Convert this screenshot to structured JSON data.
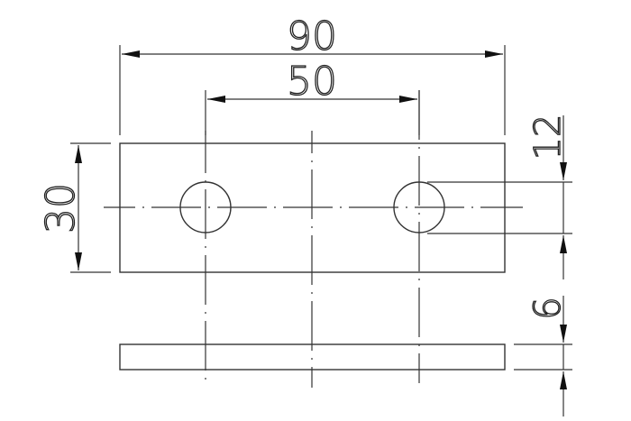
{
  "drawing": {
    "type": "engineering-drawing",
    "views": [
      "top-view",
      "side-view"
    ],
    "line_color": "#222222",
    "background": "#ffffff"
  },
  "dimensions": {
    "overall_length": "90",
    "hole_spacing": "50",
    "width": "30",
    "hole_diameter": "12",
    "thickness": "6"
  }
}
